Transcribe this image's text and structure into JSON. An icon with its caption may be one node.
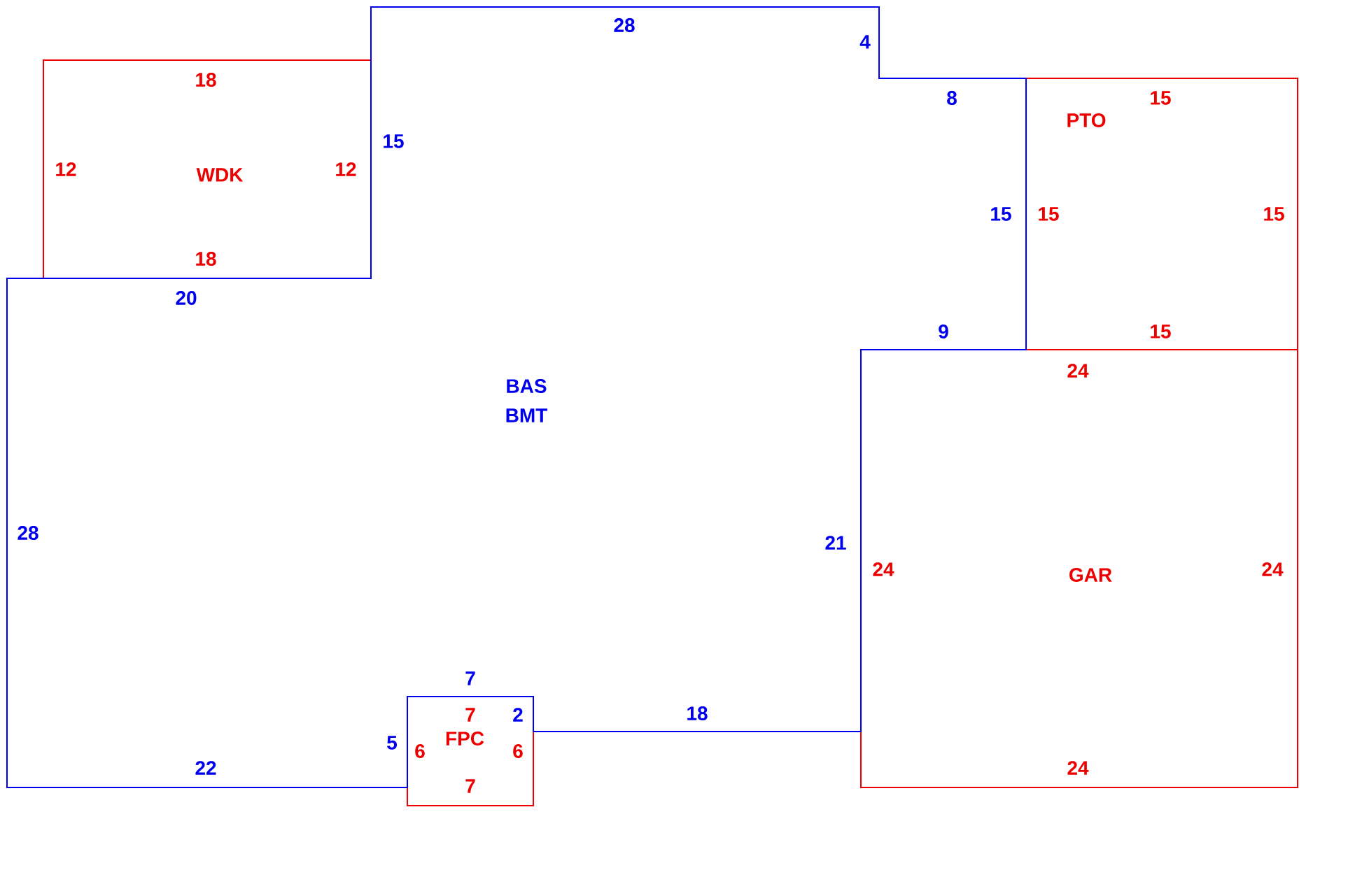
{
  "diagram": {
    "nodes": [
      {
        "text": [
          "WDK"
        ]
      },
      {
        "text": [
          "BAS",
          "BMT"
        ]
      },
      {
        "text": [
          "PTO"
        ]
      },
      {
        "text": [
          "GAR"
        ]
      },
      {
        "text": [
          "FPC"
        ]
      }
    ],
    "labels": [
      "28",
      "4",
      "18",
      "8",
      "15",
      "15",
      "12",
      "12",
      "15",
      "15",
      "15",
      "18",
      "20",
      "9",
      "15",
      "24",
      "28",
      "21",
      "24",
      "24",
      "7",
      "7",
      "2",
      "18",
      "5",
      "6",
      "6",
      "22",
      "24",
      "7"
    ]
  }
}
